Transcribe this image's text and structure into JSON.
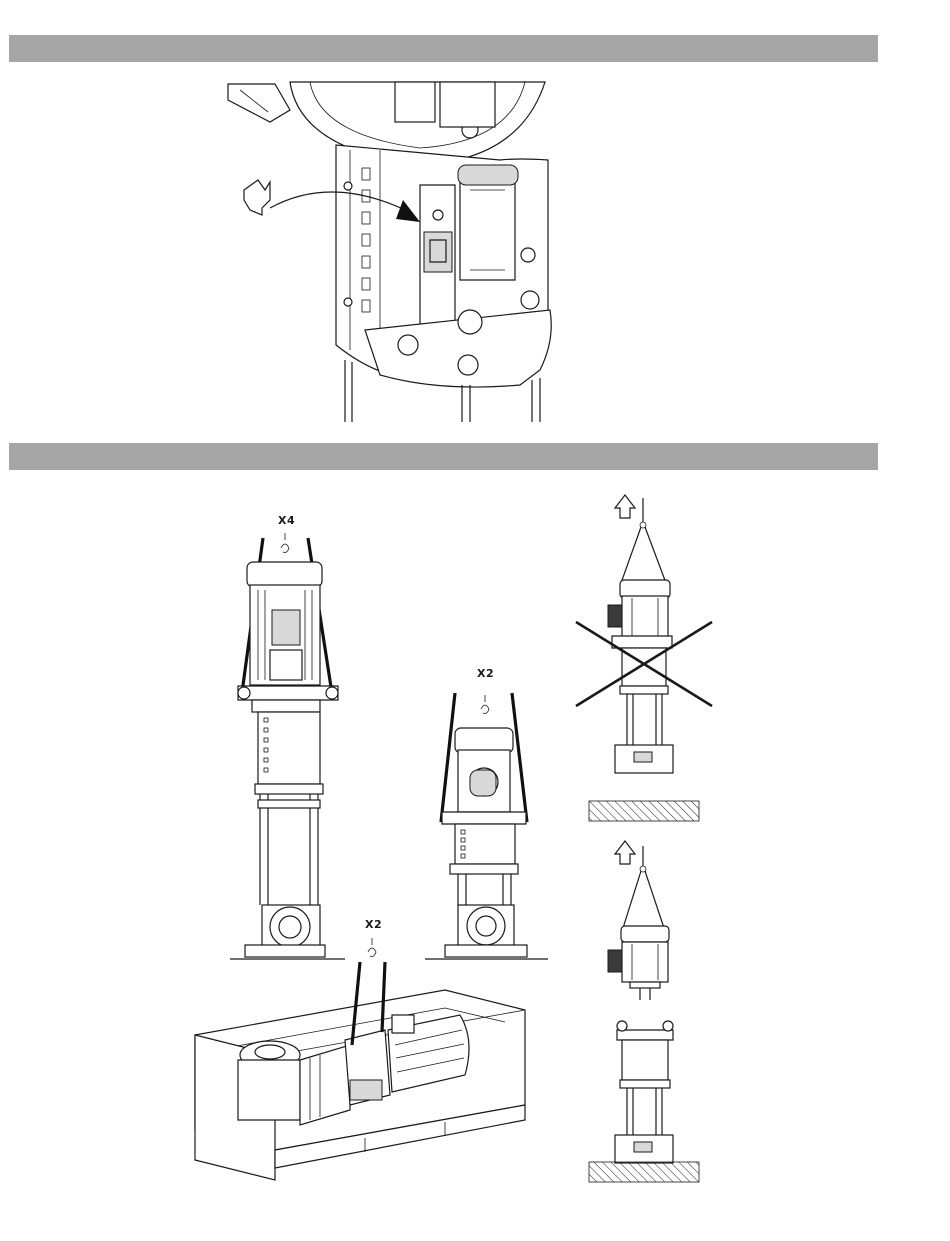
{
  "labels": {
    "quantity_four": "X4",
    "quantity_two_standing": "X2",
    "quantity_two_crate": "X2"
  },
  "colors": {
    "section_band": "#a6a6a6",
    "line": "#1a1a1a",
    "background": "#ffffff"
  },
  "icons": {
    "lift_arrow": "up-arrow-icon",
    "lifting_hook": "hook-icon",
    "not_allowed": "cross-out-icon",
    "ground": "hatched-ground-icon"
  }
}
